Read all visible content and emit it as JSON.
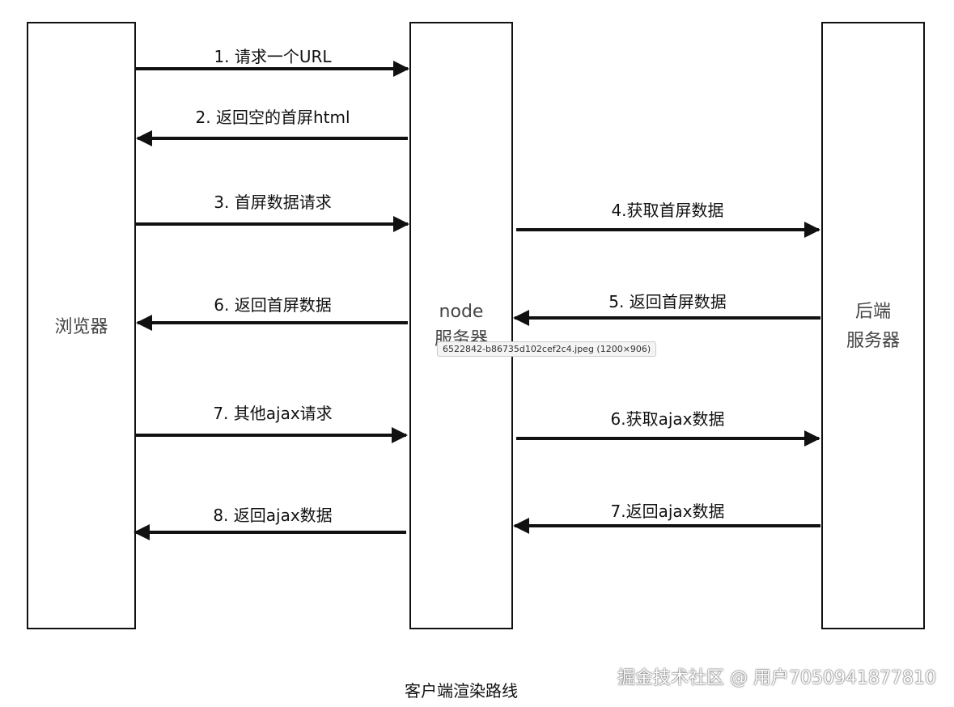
{
  "lanes": {
    "browser": "浏览器",
    "node_line1": "node",
    "node_line2": "服务器",
    "backend_line1": "后端",
    "backend_line2": "服务器"
  },
  "messages": [
    "1. 请求一个URL",
    "2. 返回空的首屏html",
    "3. 首屏数据请求",
    "4.获取首屏数据",
    "5. 返回首屏数据",
    "6. 返回首屏数据",
    "7. 其他ajax请求",
    "6.获取ajax数据",
    "7.返回ajax数据",
    "8. 返回ajax数据"
  ],
  "tooltip": "6522842-b86735d102cef2c4.jpeg (1200×906)",
  "caption": "客户端渲染路线",
  "watermark": "掘金技术社区 @ 用户7050941877810",
  "colors": {
    "line": "#111111",
    "lane_label": "#444444",
    "background": "#ffffff"
  }
}
